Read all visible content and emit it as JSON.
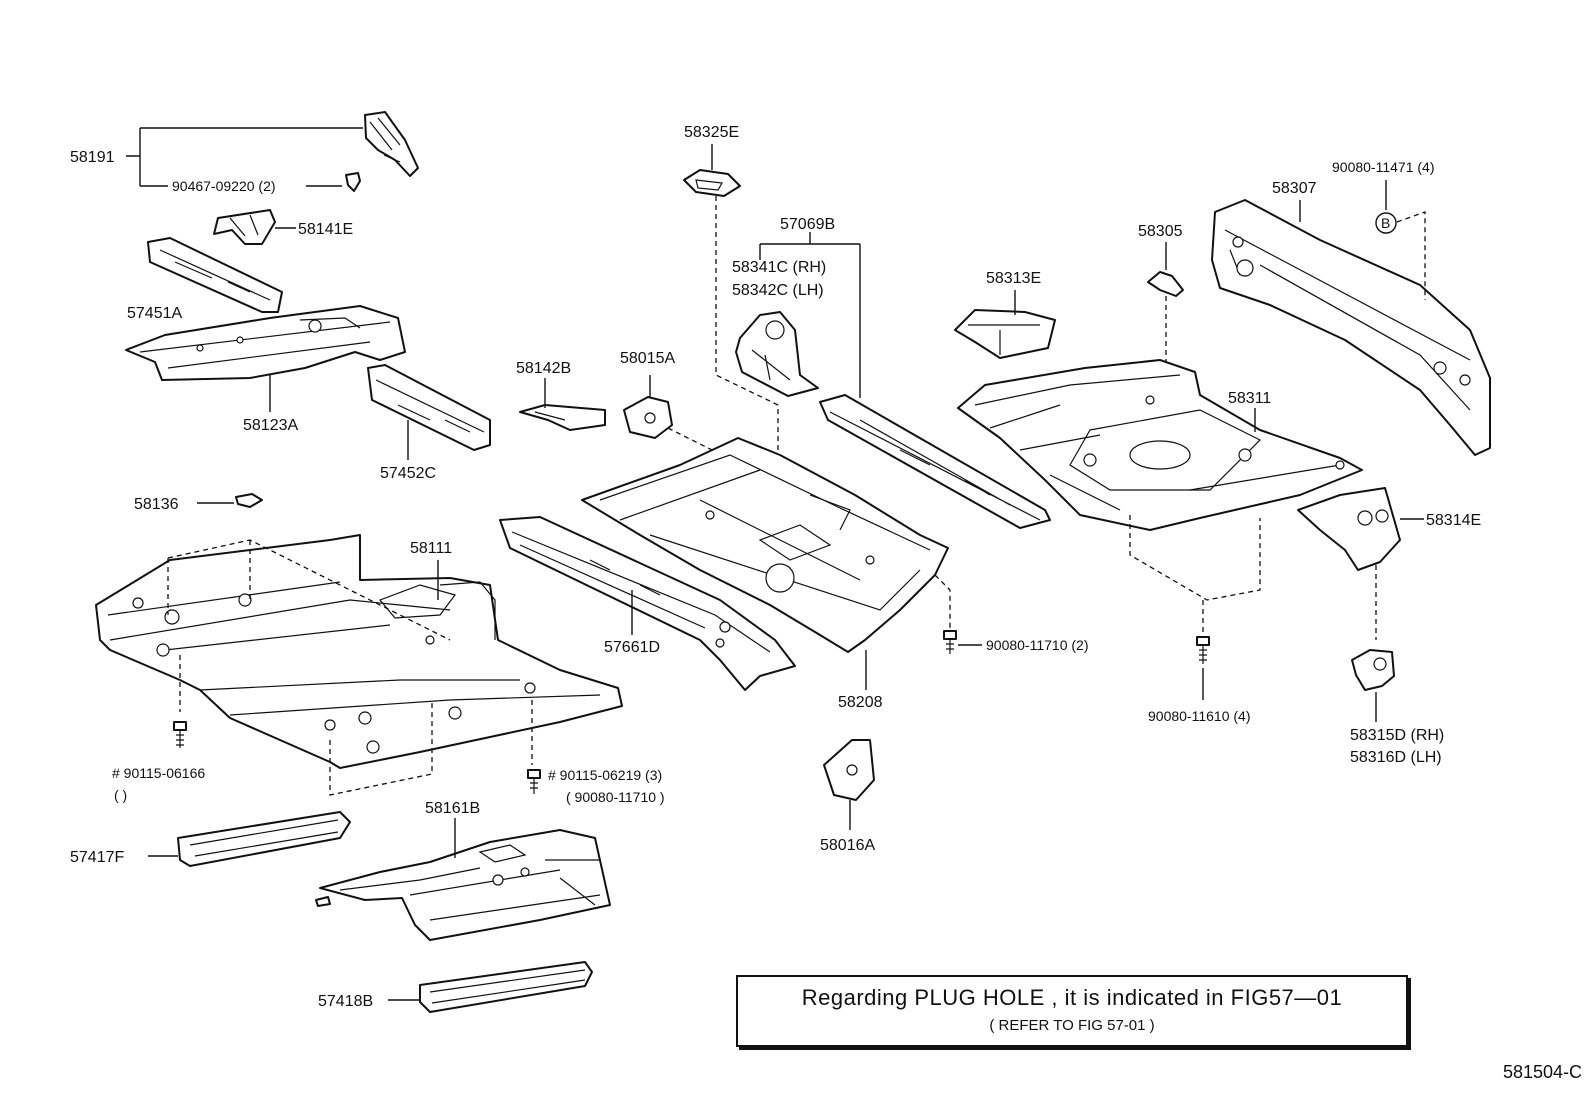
{
  "parts": {
    "p58191": "58191",
    "p90467": "90467-09220 (2)",
    "p58141E": "58141E",
    "p57451A": "57451A",
    "p58123A": "58123A",
    "p57452C": "57452C",
    "p58136": "58136",
    "p58111": "58111",
    "p90115a": "# 90115-06166",
    "p90115a_paren": "(                    )",
    "p90115b": "# 90115-06219 (3)",
    "p90080_11710_paren": "( 90080-11710 )",
    "p57417F": "57417F",
    "p58161B": "58161B",
    "p57418B": "57418B",
    "p58325E": "58325E",
    "p57069B": "57069B",
    "p58341C": "58341C (RH)",
    "p58342C": "58342C (LH)",
    "p58142B": "58142B",
    "p58015A": "58015A",
    "p57661D": "57661D",
    "p58208": "58208",
    "p58016A": "58016A",
    "p90080_11710": "90080-11710 (2)",
    "p58313E": "58313E",
    "p58305": "58305",
    "p58307": "58307",
    "p90080_11471": "90080-11471 (4)",
    "pB": "B",
    "p58311": "58311",
    "p58314E": "58314E",
    "p90080_11610": "90080-11610 (4)",
    "p58315D": "58315D (RH)",
    "p58316D": "58316D (LH)"
  },
  "note": {
    "main": "Regarding  PLUG  HOLE  ,  it  is  indicated  in  FIG57—01",
    "sub": "(      REFER TO FIG 57-01          )"
  },
  "figure_code": "581504-C"
}
